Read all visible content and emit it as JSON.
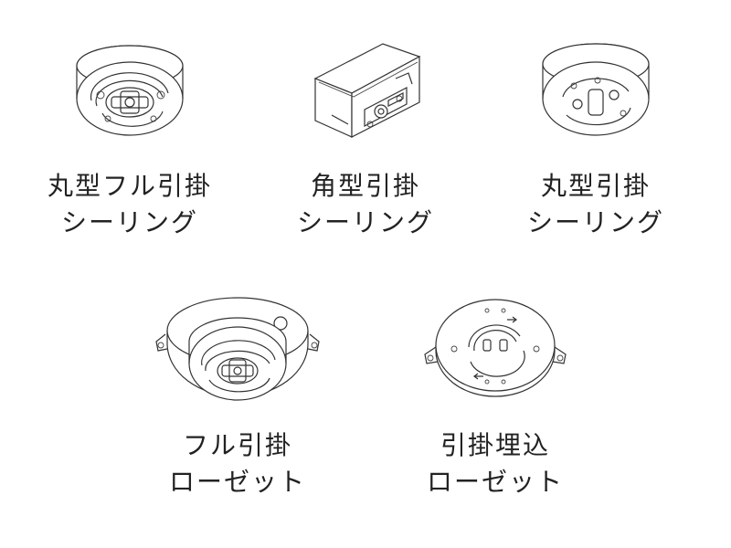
{
  "items": [
    {
      "line1": "丸型フル引掛",
      "line2": "シーリング",
      "icon": "round-full-ceiling-icon"
    },
    {
      "line1": "角型引掛",
      "line2": "シーリング",
      "icon": "square-ceiling-icon"
    },
    {
      "line1": "丸型引掛",
      "line2": "シーリング",
      "icon": "round-ceiling-icon"
    },
    {
      "line1": "フル引掛",
      "line2": "ローゼット",
      "icon": "full-rosette-icon"
    },
    {
      "line1": "引掛埋込",
      "line2": "ローゼット",
      "icon": "flush-rosette-icon"
    }
  ]
}
